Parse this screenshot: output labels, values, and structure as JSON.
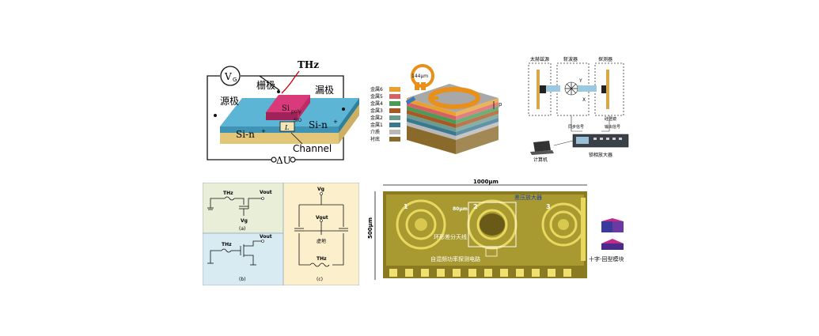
{
  "transistor": {
    "vg_label": "V",
    "vg_sub": "G",
    "thz_label": "THz",
    "gate_label": "栅极",
    "source_label": "源极",
    "drain_label": "漏极",
    "si_gate_main": "Si",
    "si_gate_sub": "poly",
    "oxide_label": "SiO",
    "si_n_left": "Si-n",
    "si_n_right": "Si-n",
    "plus": "+",
    "length_label": "L",
    "channel_label": "Channel",
    "delta_u_label": "ΔU"
  },
  "antenna_stack": {
    "dimension_label": "144μm",
    "layers": [
      "金属6",
      "金属5",
      "金属4",
      "金属3",
      "金属2",
      "金属1",
      "介质",
      "衬底"
    ],
    "layer_colors": [
      "#e8a030",
      "#d86060",
      "#4a9a58",
      "#a85820",
      "#6a9a90",
      "#3a7890",
      "#b8b8b8",
      "#8a6a2a"
    ],
    "port_label": "p"
  },
  "test_setup": {
    "box_labels": [
      "太赫兹源",
      "斩波器",
      "探测器"
    ],
    "axis_y": "Y",
    "axis_x": "X",
    "lens_label": "硅透镜",
    "sync_label": "同步信号",
    "output_label": "输出信号",
    "computer_label": "计算机",
    "lockin_label": "锁相放大器"
  },
  "circuits": {
    "a_thz": "THz",
    "a_vout": "Vout",
    "a_vg": "Vg",
    "a_caption": "(a)",
    "b_thz": "THz",
    "b_vout": "Vout",
    "b_caption": "(b)",
    "c_vg": "Vg",
    "c_vout": "Vout",
    "c_virtual_ground": "虚地",
    "c_thz": "THz",
    "c_caption": "(c)"
  },
  "chip": {
    "width_label": "1000μm",
    "height_label": "500μm",
    "scale_label": "80μm",
    "amp_label": "差压放大器",
    "diff_antenna_label": "环形差分天线",
    "detector_label": "自混频功率探测电路",
    "module_label": "十字-回型模块",
    "numbers": [
      "1",
      "2",
      "3"
    ]
  }
}
